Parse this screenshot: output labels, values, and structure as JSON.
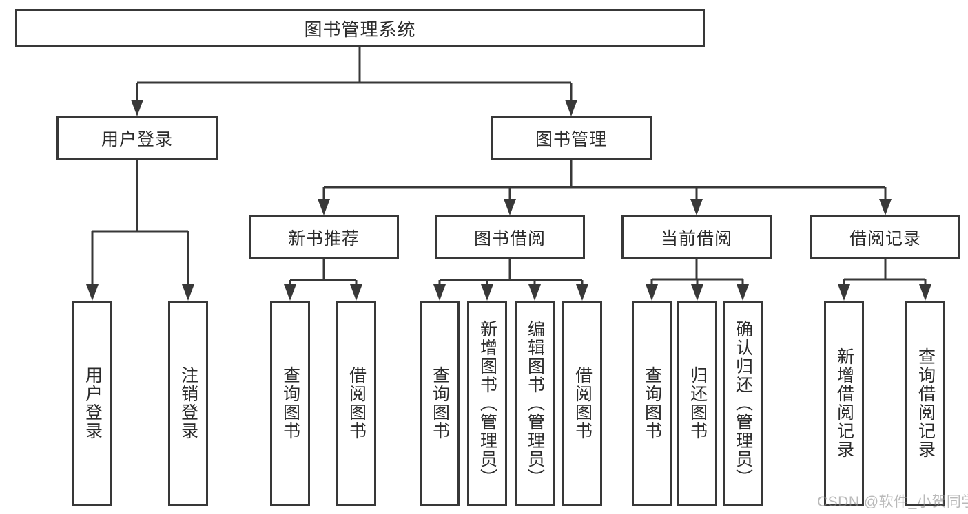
{
  "title": {
    "label": "图书管理系统"
  },
  "level2": {
    "user_login": {
      "label": "用户登录"
    },
    "book_management": {
      "label": "图书管理"
    }
  },
  "level3": {
    "new_book_recommend": {
      "label": "新书推荐"
    },
    "book_borrow": {
      "label": "图书借阅"
    },
    "current_borrow": {
      "label": "当前借阅"
    },
    "borrow_record": {
      "label": "借阅记录"
    }
  },
  "leaves": {
    "login": {
      "label": "用户登录"
    },
    "logout": {
      "label": "注销登录"
    },
    "rec_query_book": {
      "label": "查询图书"
    },
    "rec_borrow_book": {
      "label": "借阅图书"
    },
    "bor_query_book": {
      "label": "查询图书"
    },
    "bor_add_book": {
      "label": "新增图书（管理员）"
    },
    "bor_edit_book": {
      "label": "编辑图书（管理员）"
    },
    "bor_borrow_book": {
      "label": "借阅图书"
    },
    "cur_query_book": {
      "label": "查询图书"
    },
    "cur_return_book": {
      "label": "归还图书"
    },
    "cur_confirm_return": {
      "label": "确认归还（管理员）"
    },
    "log_add_record": {
      "label": "新增借阅记录"
    },
    "log_query_record": {
      "label": "查询借阅记录"
    }
  },
  "watermark": {
    "text": "CSDN @软件_小贺同学"
  },
  "colors": {
    "line": "#383838",
    "text": "#2b2b2b",
    "node_background": "#ffffff",
    "page_background": "#ffffff",
    "watermark": "#8e8e8e"
  }
}
